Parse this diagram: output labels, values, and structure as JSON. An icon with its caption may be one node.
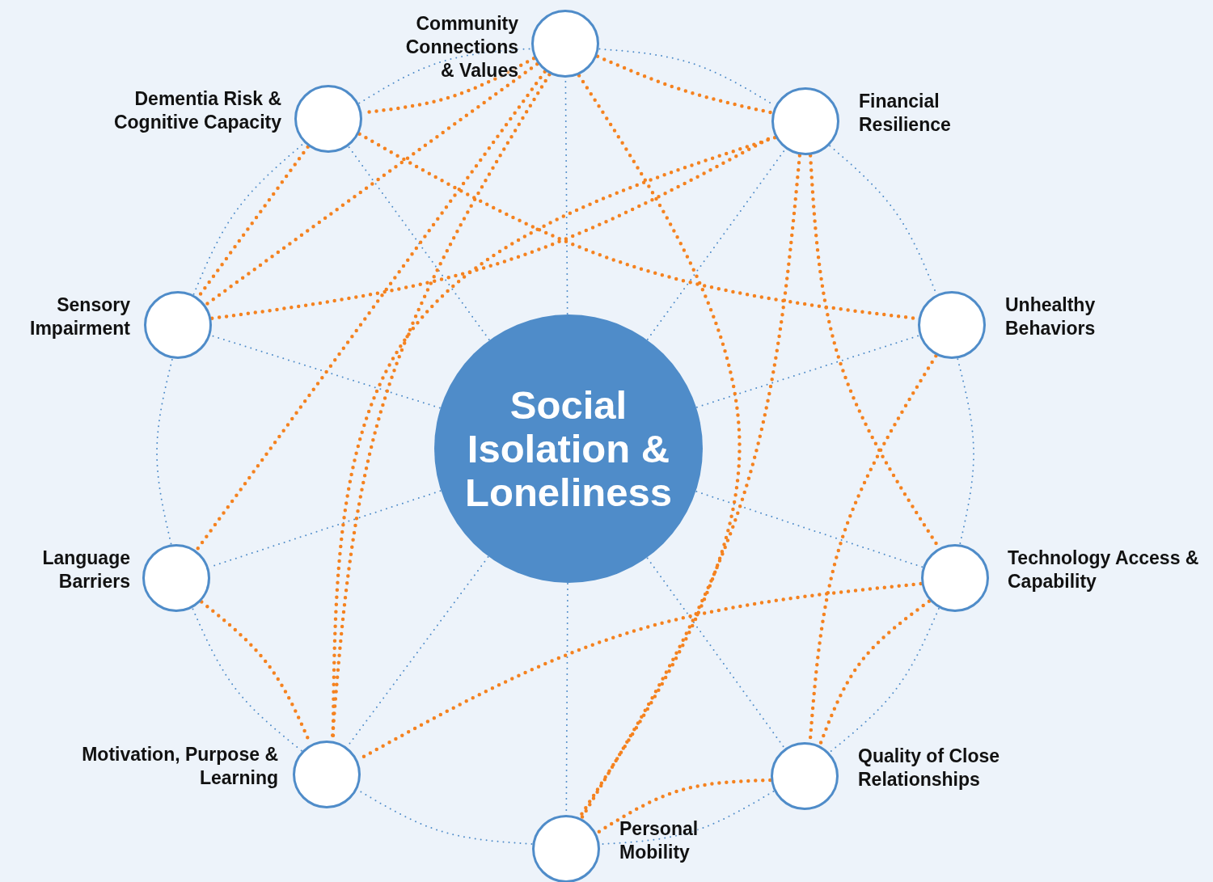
{
  "diagram": {
    "nodes": [
      {
        "text": [
          "Social Isolation & Loneliness"
        ]
      },
      {
        "text": [
          "Community Connections & Values"
        ]
      },
      {
        "text": [
          "Financial Resilience"
        ]
      },
      {
        "text": [
          "Unhealthy Behaviors"
        ]
      },
      {
        "text": [
          "Technology Access & Capability"
        ]
      },
      {
        "text": [
          "Quality of Close Relationships"
        ]
      },
      {
        "text": [
          "Personal Mobility"
        ]
      },
      {
        "text": [
          "Motivation, Purpose & Learning"
        ]
      },
      {
        "text": [
          "Language Barriers"
        ]
      },
      {
        "text": [
          "Sensory Impairment"
        ]
      },
      {
        "text": [
          "Dementia Risk & Cognitive Capacity"
        ]
      }
    ],
    "edges": [
      {
        "from": 0,
        "to": 1,
        "arrow": "none"
      },
      {
        "from": 0,
        "to": 2,
        "arrow": "none"
      },
      {
        "from": 0,
        "to": 3,
        "arrow": "none"
      },
      {
        "from": 0,
        "to": 4,
        "arrow": "none"
      },
      {
        "from": 0,
        "to": 5,
        "arrow": "none"
      },
      {
        "from": 0,
        "to": 6,
        "arrow": "none"
      },
      {
        "from": 0,
        "to": 7,
        "arrow": "none"
      },
      {
        "from": 0,
        "to": 8,
        "arrow": "none"
      },
      {
        "from": 0,
        "to": 9,
        "arrow": "none"
      },
      {
        "from": 0,
        "to": 10,
        "arrow": "none"
      },
      {
        "from": 1,
        "to": 2,
        "arrow": "none"
      },
      {
        "from": 2,
        "to": 3,
        "arrow": "none"
      },
      {
        "from": 3,
        "to": 4,
        "arrow": "none"
      },
      {
        "from": 4,
        "to": 5,
        "arrow": "none"
      },
      {
        "from": 5,
        "to": 6,
        "arrow": "none"
      },
      {
        "from": 6,
        "to": 7,
        "arrow": "none"
      },
      {
        "from": 7,
        "to": 8,
        "arrow": "none"
      },
      {
        "from": 8,
        "to": 9,
        "arrow": "none"
      },
      {
        "from": 9,
        "to": 10,
        "arrow": "none"
      },
      {
        "from": 10,
        "to": 1,
        "arrow": "none"
      },
      {
        "from": 1,
        "to": 10,
        "arrow": "none",
        "style": "dashed",
        "color": "#f5821f"
      },
      {
        "from": 1,
        "to": 2,
        "arrow": "none",
        "style": "dashed",
        "color": "#f5821f"
      },
      {
        "from": 1,
        "to": 9,
        "arrow": "none",
        "style": "dashed",
        "color": "#f5821f"
      },
      {
        "from": 1,
        "to": 8,
        "arrow": "none",
        "style": "dashed",
        "color": "#f5821f"
      },
      {
        "from": 1,
        "to": 7,
        "arrow": "none",
        "style": "dashed",
        "color": "#f5821f"
      },
      {
        "from": 1,
        "to": 6,
        "arrow": "none",
        "style": "dashed",
        "color": "#f5821f"
      },
      {
        "from": 10,
        "to": 9,
        "arrow": "none",
        "style": "dashed",
        "color": "#f5821f"
      },
      {
        "from": 10,
        "to": 3,
        "arrow": "none",
        "style": "dashed",
        "color": "#f5821f"
      },
      {
        "from": 9,
        "to": 2,
        "arrow": "none",
        "style": "dashed",
        "color": "#f5821f"
      },
      {
        "from": 8,
        "to": 7,
        "arrow": "none",
        "style": "dashed",
        "color": "#f5821f"
      },
      {
        "from": 2,
        "to": 7,
        "arrow": "none",
        "style": "dashed",
        "color": "#f5821f"
      },
      {
        "from": 2,
        "to": 6,
        "arrow": "none",
        "style": "dashed",
        "color": "#f5821f"
      },
      {
        "from": 2,
        "to": 4,
        "arrow": "none",
        "style": "dashed",
        "color": "#f5821f"
      },
      {
        "from": 3,
        "to": 5,
        "arrow": "none",
        "style": "dashed",
        "color": "#f5821f"
      },
      {
        "from": 4,
        "to": 7,
        "arrow": "none",
        "style": "dashed",
        "color": "#f5821f"
      },
      {
        "from": 4,
        "to": 5,
        "arrow": "none",
        "style": "dashed",
        "color": "#f5821f"
      },
      {
        "from": 5,
        "to": 6,
        "arrow": "none",
        "style": "dashed",
        "color": "#f5821f"
      }
    ]
  }
}
